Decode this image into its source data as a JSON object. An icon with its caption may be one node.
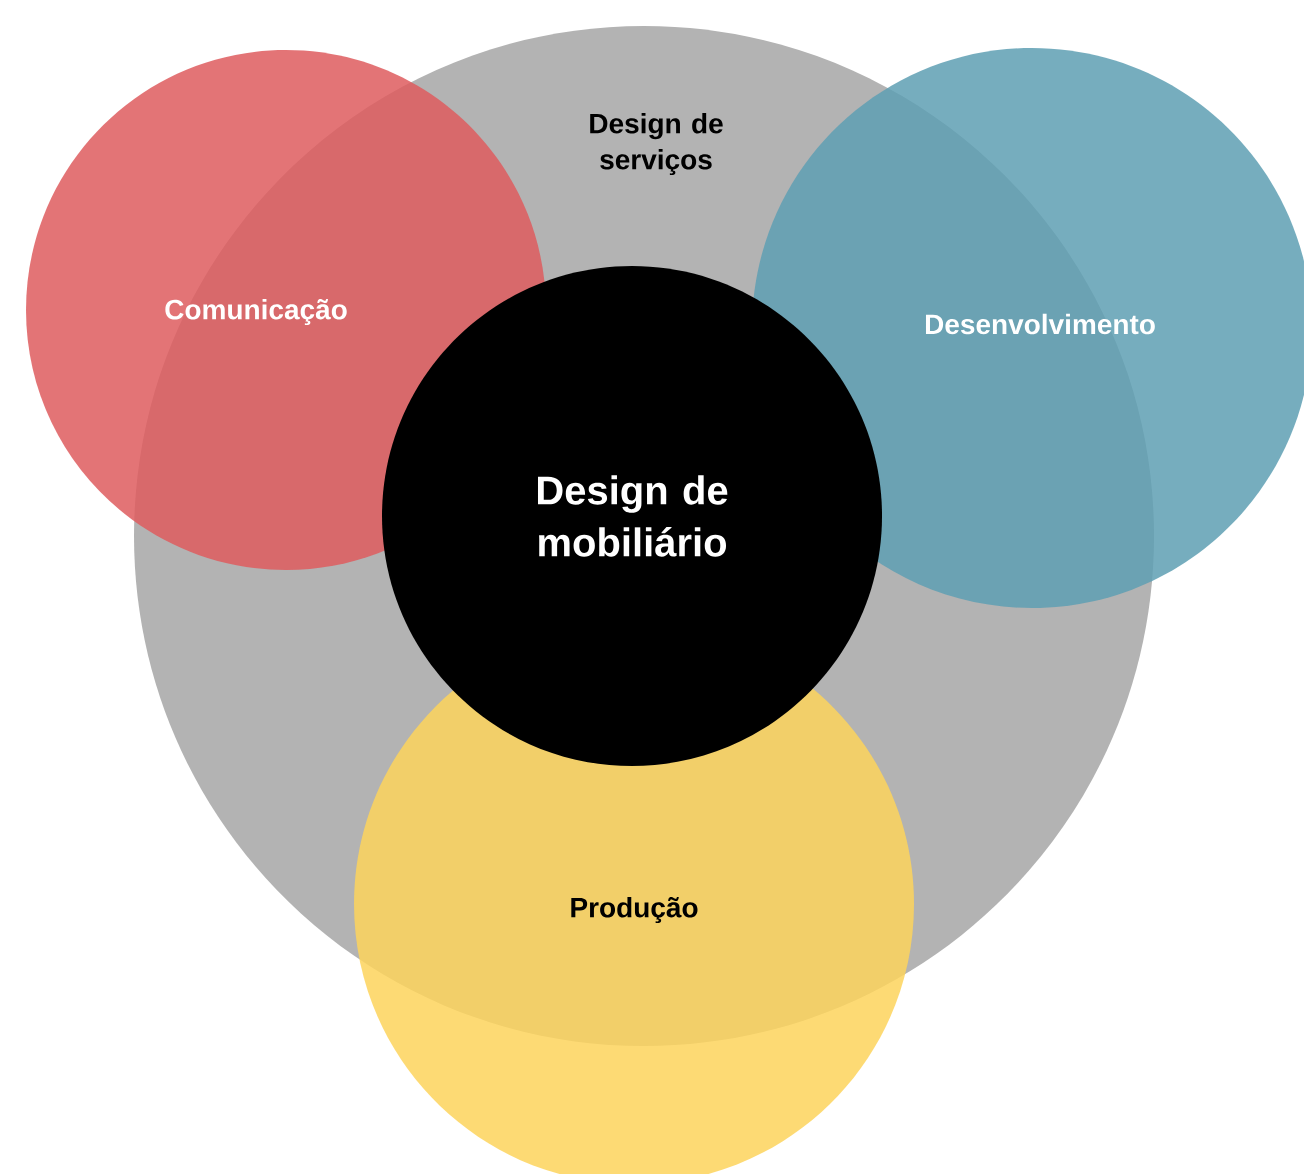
{
  "diagram": {
    "nodes": [
      {
        "text": [
          "Design de serviços"
        ]
      },
      {
        "text": [
          "Comunicação"
        ]
      },
      {
        "text": [
          "Desenvolvimento"
        ]
      },
      {
        "text": [
          "Produção"
        ]
      },
      {
        "text": [
          "Design de mobiliário"
        ],
        "in": 0
      }
    ]
  }
}
